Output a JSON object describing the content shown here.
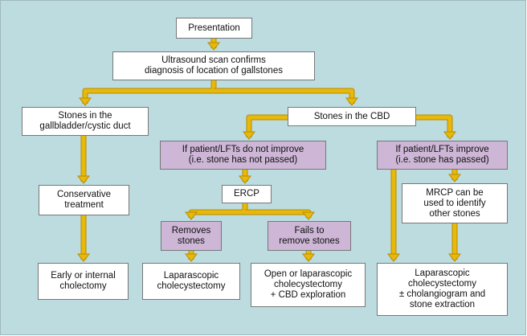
{
  "colors": {
    "background": "#bcdcdf",
    "arrow": "#e8b80a",
    "arrow_edge": "#b88c00",
    "decision_box": "#cdb6d6",
    "outcome_box": "#ffffff"
  },
  "nodes": {
    "presentation": "Presentation",
    "ultrasound": "Ultrasound scan confirms\ndiagnosis of location of gallstones",
    "stones_gallbladder": "Stones in the\ngallbladder/cystic duct",
    "stones_cbd": "Stones in the CBD",
    "no_improve": "If patient/LFTs do not improve\n(i.e. stone has not passed)",
    "improve": "If patient/LFTs improve\n(i.e. stone has passed)",
    "conservative": "Conservative\ntreatment",
    "ercp": "ERCP",
    "mrcp": "MRCP can be\nused to identify\nother stones",
    "removes": "Removes\nstones",
    "fails": "Fails to\nremove stones",
    "early_chole": "Early or internal\ncholectomy",
    "lap_chole": "Laparascopic\ncholecystectomy",
    "open_chole": "Open or laparascopic\ncholecystectomy\n+ CBD exploration",
    "lap_chole_cholangio": "Laparascopic\ncholecystectomy\n± cholangiogram and\nstone extraction"
  }
}
